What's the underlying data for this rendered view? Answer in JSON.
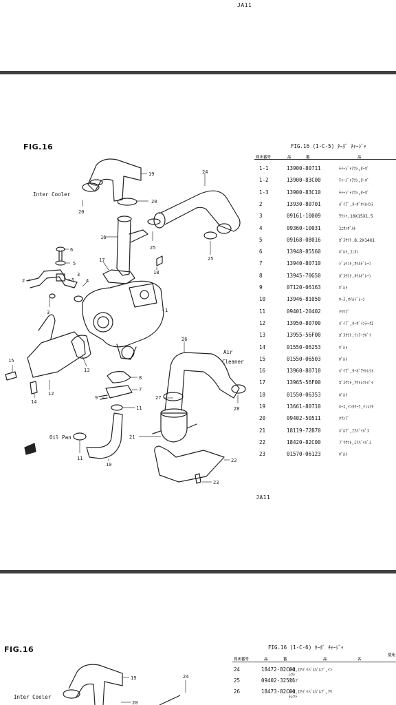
{
  "top_code": "JA11",
  "page1": {
    "fig_title": "FIG.16",
    "table_title": "FIG.16  (1-C-5)   ﾀｰﾎﾞ  ﾁｬｰｼﾞｬ",
    "table_headers": [
      "見出番号",
      "品",
      "番",
      "品"
    ],
    "rows": [
      {
        "no": "1-1",
        "part": "13900-80711",
        "name": "ﾁｬｰｼﾞｬｱﾂｼ,ﾀｰﾎﾞ"
      },
      {
        "no": "1-2",
        "part": "13900-83C00",
        "name": "ﾁｬｰｼﾞｬｱﾂｼ,ﾀｰﾎﾞ"
      },
      {
        "no": "1-3",
        "part": "13900-83C10",
        "name": "ﾁｬｰｼﾞｬｱﾂｼ,ﾀｰﾎﾞ"
      },
      {
        "no": "2",
        "part": "13930-80701",
        "name": "ﾊﾟｲﾌﾟ,ﾀｰﾎﾞｵｲﾙｲﾝﾃ"
      },
      {
        "no": "3",
        "part": "09161-10009",
        "name": "ﾜﾂｼｬ,10X15X1.5"
      },
      {
        "no": "4",
        "part": "09360-10031",
        "name": "ﾕﾆｵﾝﾎﾞﾙﾄ"
      },
      {
        "no": "5",
        "part": "09168-08016",
        "name": "ｶﾞｽｹﾂﾄ,8.2X14X1"
      },
      {
        "no": "6",
        "part": "13948-85560",
        "name": "ﾎﾞﾙﾄ,ﾕﾆｵﾝ"
      },
      {
        "no": "7",
        "part": "13940-80710",
        "name": "ｼﾞｮｲﾝﾄ,ｵｲﾙﾄﾞﾚｰﾝ"
      },
      {
        "no": "8",
        "part": "13945-70G50",
        "name": "ｶﾞｽｹﾂﾄ,ｵｲﾙﾄﾞﾚｰﾝ"
      },
      {
        "no": "9",
        "part": "07120-06163",
        "name": "ﾎﾞﾙﾄ"
      },
      {
        "no": "10",
        "part": "13946-81050",
        "name": "ﾎｰｽ,ｵｲﾙﾄﾞﾚｰﾝ"
      },
      {
        "no": "11",
        "part": "09401-20402",
        "name": "ｸﾘﾂﾌﾟ"
      },
      {
        "no": "12",
        "part": "13950-80700",
        "name": "ﾊﾟｲﾌﾟ,ﾀｰﾎﾞｲﾝﾃｰｸｴ"
      },
      {
        "no": "13",
        "part": "13955-56F00",
        "name": "ｶﾞｽｹﾂﾄ,ｲﾝﾃｰｸﾊﾟｲ"
      },
      {
        "no": "14",
        "part": "01550-06253",
        "name": "ﾎﾞﾙﾄ"
      },
      {
        "no": "15",
        "part": "01550-06503",
        "name": "ﾎﾞﾙﾄ"
      },
      {
        "no": "16",
        "part": "13960-80710",
        "name": "ﾊﾟｲﾌﾟ,ﾀｰﾎﾞｱｳﾄﾚﾂﾄ"
      },
      {
        "no": "17",
        "part": "13965-56F00",
        "name": "ｶﾞｽｹﾂﾄ,ｱｳﾄﾚﾂﾄﾊﾟｲ"
      },
      {
        "no": "18",
        "part": "01550-06353",
        "name": "ﾎﾞﾙﾄ"
      },
      {
        "no": "19",
        "part": "13661-80710",
        "name": "ﾎｰｽ,ｲﾝﾀｸｰﾗ,ｲﾝﾚﾂﾄ"
      },
      {
        "no": "20",
        "part": "09402-50511",
        "name": "ｸﾗﾝﾌﾟ"
      },
      {
        "no": "21",
        "part": "18119-72B70",
        "name": "ﾊﾞﾙﾌﾞ,ｴｱﾊﾞｲﾊﾟｽ"
      },
      {
        "no": "22",
        "part": "18420-82C00",
        "name": "ﾌﾞﾗｹﾂﾄ,ｴｱﾊﾞｲﾊﾟｽ"
      },
      {
        "no": "23",
        "part": "01570-06123",
        "name": "ﾎﾞﾙﾄ"
      }
    ],
    "footer_code": "JA11",
    "diagram_labels": {
      "inter_cooler": "Inter Cooler",
      "air": "Air",
      "cleaner": "Cleaner",
      "oil_pan": "Oil Pan",
      "callouts": [
        "19",
        "20",
        "24",
        "20",
        "25",
        "16",
        "25",
        "17",
        "18",
        "6",
        "5",
        "5",
        "4",
        "2",
        "3",
        "3",
        "1",
        "26",
        "15",
        "12",
        "13",
        "8",
        "7",
        "14",
        "9",
        "11",
        "27",
        "28",
        "21",
        "10",
        "11",
        "22",
        "23"
      ]
    }
  },
  "page2": {
    "fig_title": "FIG.16",
    "table_title": "FIG.16  (1-C-6)   ﾀｰﾎﾞ  ﾁｬｰｼﾞｬ",
    "table_headers": [
      "見出番号",
      "品",
      "番",
      "品",
      "名",
      "使用"
    ],
    "rows": [
      {
        "no": "24",
        "part": "18472-82C00",
        "name": "ﾎｰｽ,ｴｱﾊﾞｲﾊﾟｽﾊﾞﾙﾌﾞ,ｲﾝ",
        "name2": "ﾚﾂﾄ"
      },
      {
        "no": "25",
        "part": "09402-32511",
        "name": "ｸﾗﾝﾌﾟ",
        "name2": ""
      },
      {
        "no": "26",
        "part": "18473-82C00",
        "name": "ﾎｰｽ,ｴｱﾊﾞｲﾊﾟｽﾊﾞﾙﾌﾞ,ｱｳ",
        "name2": "ﾄﾚﾂﾄ"
      }
    ],
    "diagram_labels": {
      "inter_cooler": "Inter Cooler",
      "callouts": [
        "19",
        "24",
        "20"
      ]
    }
  }
}
